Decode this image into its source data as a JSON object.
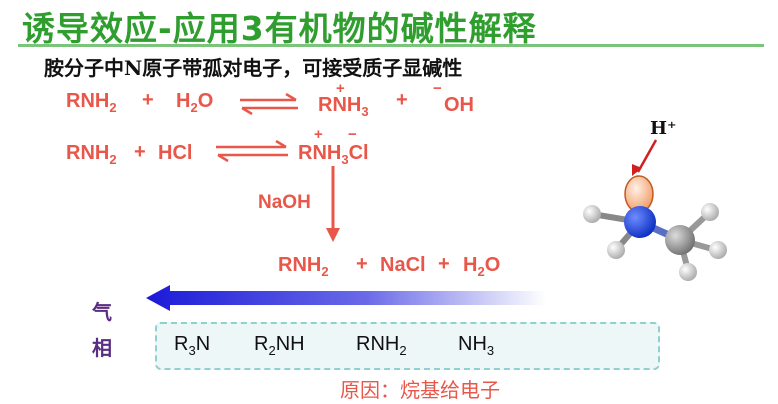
{
  "title": "诱导效应-应用3有机物的碱性解释",
  "subtitle": "胺分子中N原子带孤对电子，可接受质子显碱性",
  "equation1": {
    "reactant1": "RNH",
    "reactant1_sub": "2",
    "plus1": "+",
    "reactant2": "H",
    "reactant2_sub": "2",
    "reactant2_tail": "O",
    "charge_plus": "+",
    "product1": "RNH",
    "product1_sub": "3",
    "plus2": "+",
    "charge_minus": "−",
    "product2": "OH"
  },
  "equation2": {
    "reactant1": "RNH",
    "reactant1_sub": "2",
    "plus1": "+",
    "reactant2": "HCl",
    "charge_plus": "+",
    "charge_minus": "−",
    "product": "RNH",
    "product_sub": "3",
    "product_tail": "Cl"
  },
  "reagent": "NaOH",
  "equation3": {
    "p1": "RNH",
    "p1_sub": "2",
    "plus1": "+",
    "p2": "NaCl",
    "plus2": "+",
    "p3": "H",
    "p3_sub": "2",
    "p3_tail": "O"
  },
  "molecule_label": "H⁺",
  "gas_phase": [
    "气",
    "相"
  ],
  "series": [
    {
      "pre": "R",
      "sub": "3",
      "post": "N"
    },
    {
      "pre": "R",
      "sub": "2",
      "post": "NH"
    },
    {
      "pre": "RNH",
      "sub": "2",
      "post": ""
    },
    {
      "pre": "NH",
      "sub": "3",
      "post": ""
    }
  ],
  "reason": "原因：烷基给电子",
  "colors": {
    "title": "#2f9e2f",
    "equation": "#e8574a",
    "gas": "#5a2d82",
    "arrow_start": "#1a1ad8",
    "arrow_end": "#ffffff"
  }
}
